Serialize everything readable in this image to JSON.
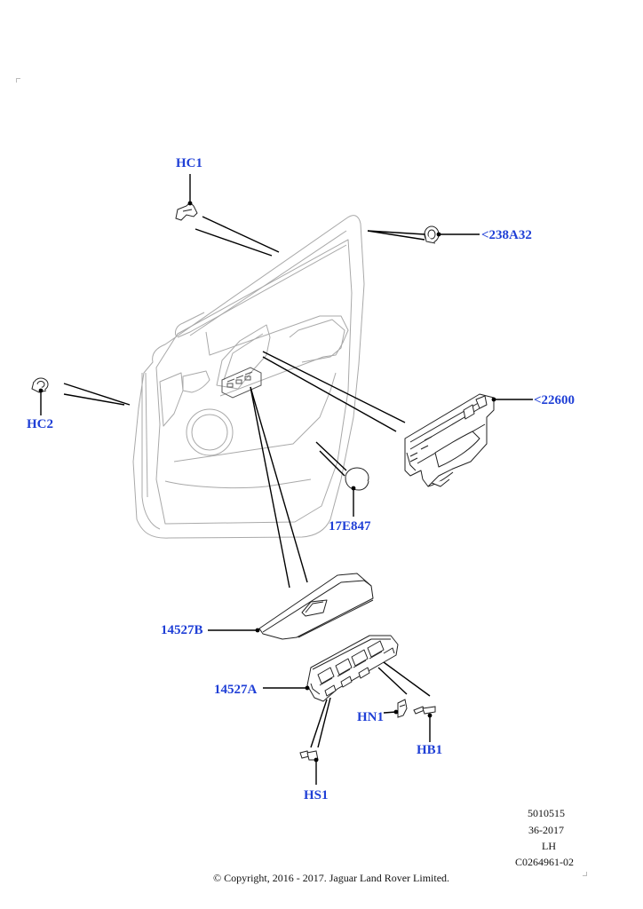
{
  "diagram": {
    "callouts": {
      "hc1": "HC1",
      "a238": "<238A32",
      "hc2": "HC2",
      "p22600": "<22600",
      "p17e847": "17E847",
      "p14527b": "14527B",
      "p14527a": "14527A",
      "hn1": "HN1",
      "hb1": "HB1",
      "hs1": "HS1"
    },
    "info": {
      "line1": "5010515",
      "line2": "36-2017",
      "line3": "LH",
      "line4": "C0264961-02"
    },
    "copyright": "© Copyright, 2016 - 2017. Jaguar Land Rover Limited.",
    "colors": {
      "callout": "#1f3fd6",
      "line": "#000000",
      "outline": "#a9a9a9"
    }
  }
}
